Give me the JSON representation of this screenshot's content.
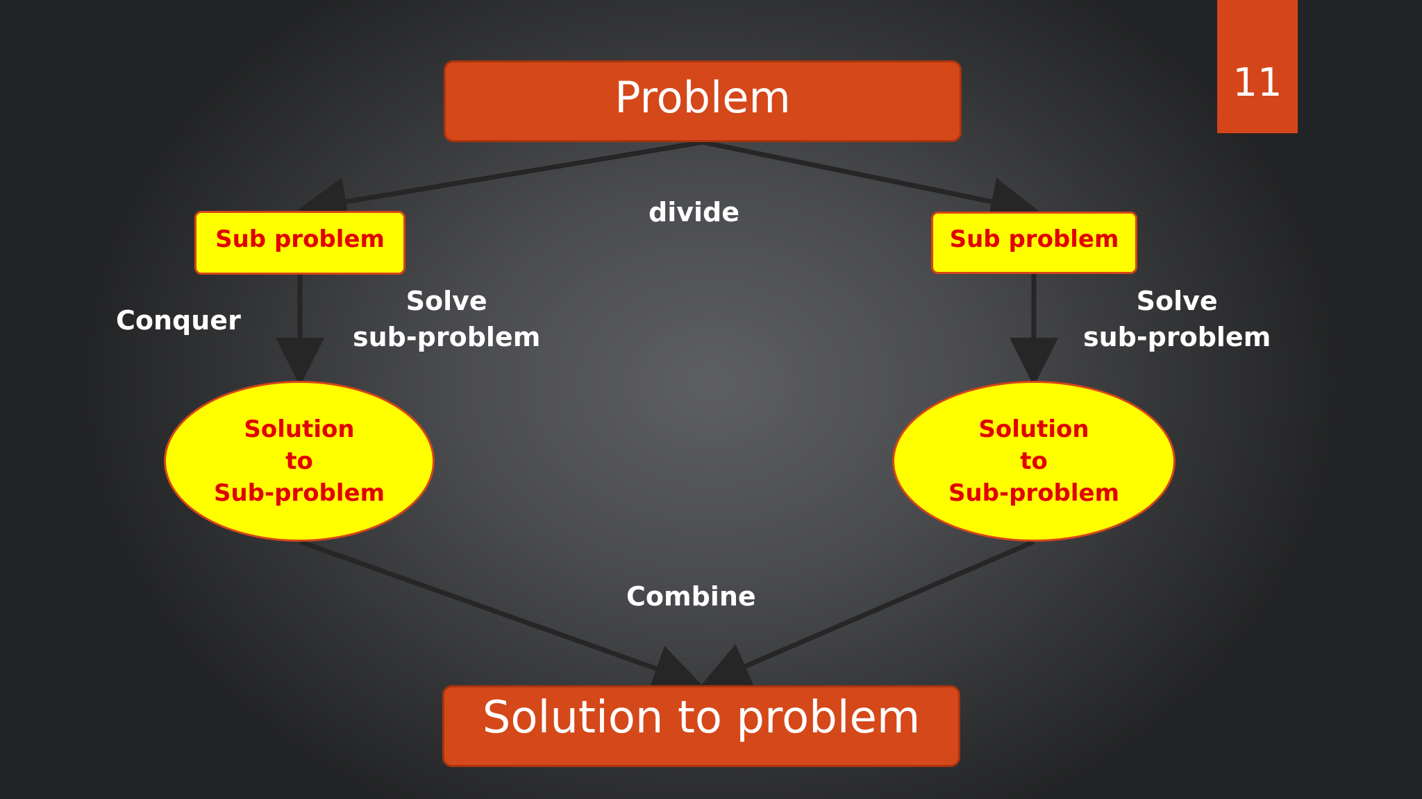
{
  "slide": {
    "page_number": "11",
    "colors": {
      "accent_orange": "#d4481a",
      "box_yellow": "#ffff00",
      "text_red": "#e10000",
      "arrow": "#262626",
      "background": "#4b4c4f"
    }
  },
  "diagram": {
    "problem": "Problem",
    "divide": "divide",
    "conquer": "Conquer",
    "combine": "Combine",
    "solution": "Solution to problem",
    "left_branch": {
      "subproblem": "Sub problem",
      "solve": [
        "Solve",
        "sub-problem"
      ],
      "solution_lines": [
        "Solution",
        "to",
        "Sub-problem"
      ]
    },
    "right_branch": {
      "subproblem": "Sub problem",
      "solve": [
        "Solve",
        "sub-problem"
      ],
      "solution_lines": [
        "Solution",
        "to",
        "Sub-problem"
      ]
    }
  }
}
